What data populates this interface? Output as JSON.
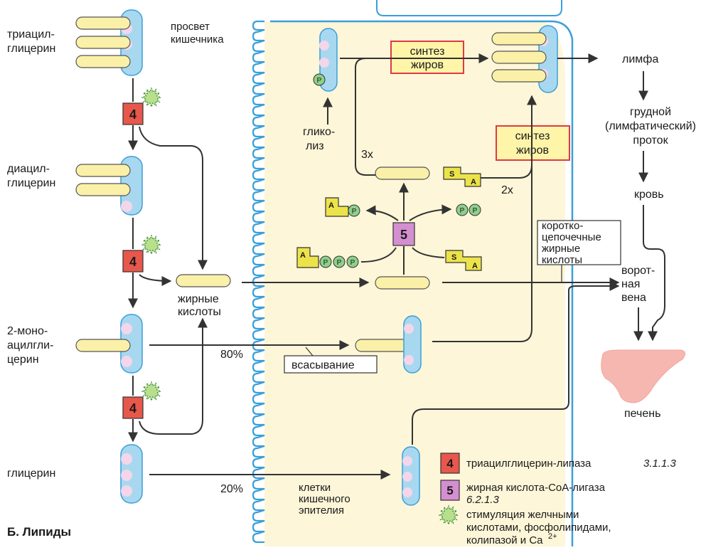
{
  "caption": "Б. Липиды",
  "lumen_label": [
    "просвет",
    "кишечника"
  ],
  "epithelium_label": [
    "клетки",
    "кишечного",
    "эпителия"
  ],
  "molecules": {
    "triacylglycerol": [
      "триацил-",
      "глицерин"
    ],
    "diacylglycerol": [
      "диацил-",
      "глицерин"
    ],
    "monoacylglycerol": [
      "2-моно-",
      "ацилгли-",
      "церин"
    ],
    "glycerol": "глицерин",
    "fatty_acids": [
      "жирные",
      "кислоты"
    ]
  },
  "percent_80": "80%",
  "percent_20": "20%",
  "absorption": "всасывание",
  "glycolysis": [
    "глико-",
    "лиз"
  ],
  "synthesis_1": [
    "синтез",
    "жиров"
  ],
  "synthesis_2": [
    "синтез",
    "жиров"
  ],
  "mult_3x": "3х",
  "mult_2x": "2х",
  "short_chain": [
    "коротко-",
    "цепочечные",
    "жирные",
    "кислоты"
  ],
  "route": {
    "lymph": "лимфа",
    "thoracic_duct": [
      "грудной",
      "(лимфатический)",
      "проток"
    ],
    "blood": "кровь",
    "portal_vein": [
      "ворот-",
      "ная",
      "вена"
    ],
    "liver": "печень"
  },
  "badges": {
    "lipase": "4",
    "ligase": "5",
    "phosphate": "P",
    "amp": "A",
    "sulfur": "S"
  },
  "legend": [
    {
      "badge": "4",
      "text": "триацилглицерин-липаза",
      "ec": "3.1.1.3",
      "color": "#e8574b"
    },
    {
      "badge": "5",
      "text": "жирная кислота-CoA-лигаза",
      "ec": "6.2.1.3",
      "color": "#d48fd0"
    },
    {
      "icon": "star-icon",
      "lines": [
        "стимуляция желчными",
        "кислотами, фосфолипидами,",
        "колипазой и Ca"
      ],
      "superscript": "2+"
    }
  ],
  "colors": {
    "cell_fill": "#fdf6d8",
    "membrane": "#3a9fd8",
    "lipid": "#fbf0a8",
    "enzyme4": "#e8574b",
    "enzyme5": "#d48fd0",
    "phosphate": "#8ed08a",
    "liver": "#f6b7b0",
    "synthesis_border": "#e0384a"
  }
}
